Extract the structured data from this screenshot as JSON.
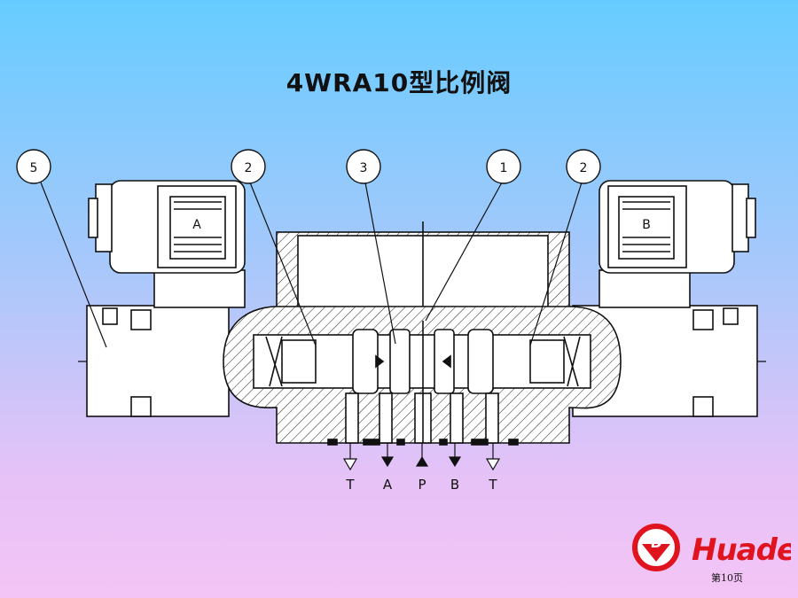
{
  "title": "4WRA10型比例阀",
  "callouts": [
    "5",
    "2",
    "3",
    "1",
    "2"
  ],
  "solenoids": {
    "left": "A",
    "right": "B"
  },
  "ports": [
    "T",
    "A",
    "P",
    "B",
    "T"
  ],
  "logo": {
    "brand": "Huade",
    "color": "#e0141e"
  },
  "page_number": "第10页"
}
